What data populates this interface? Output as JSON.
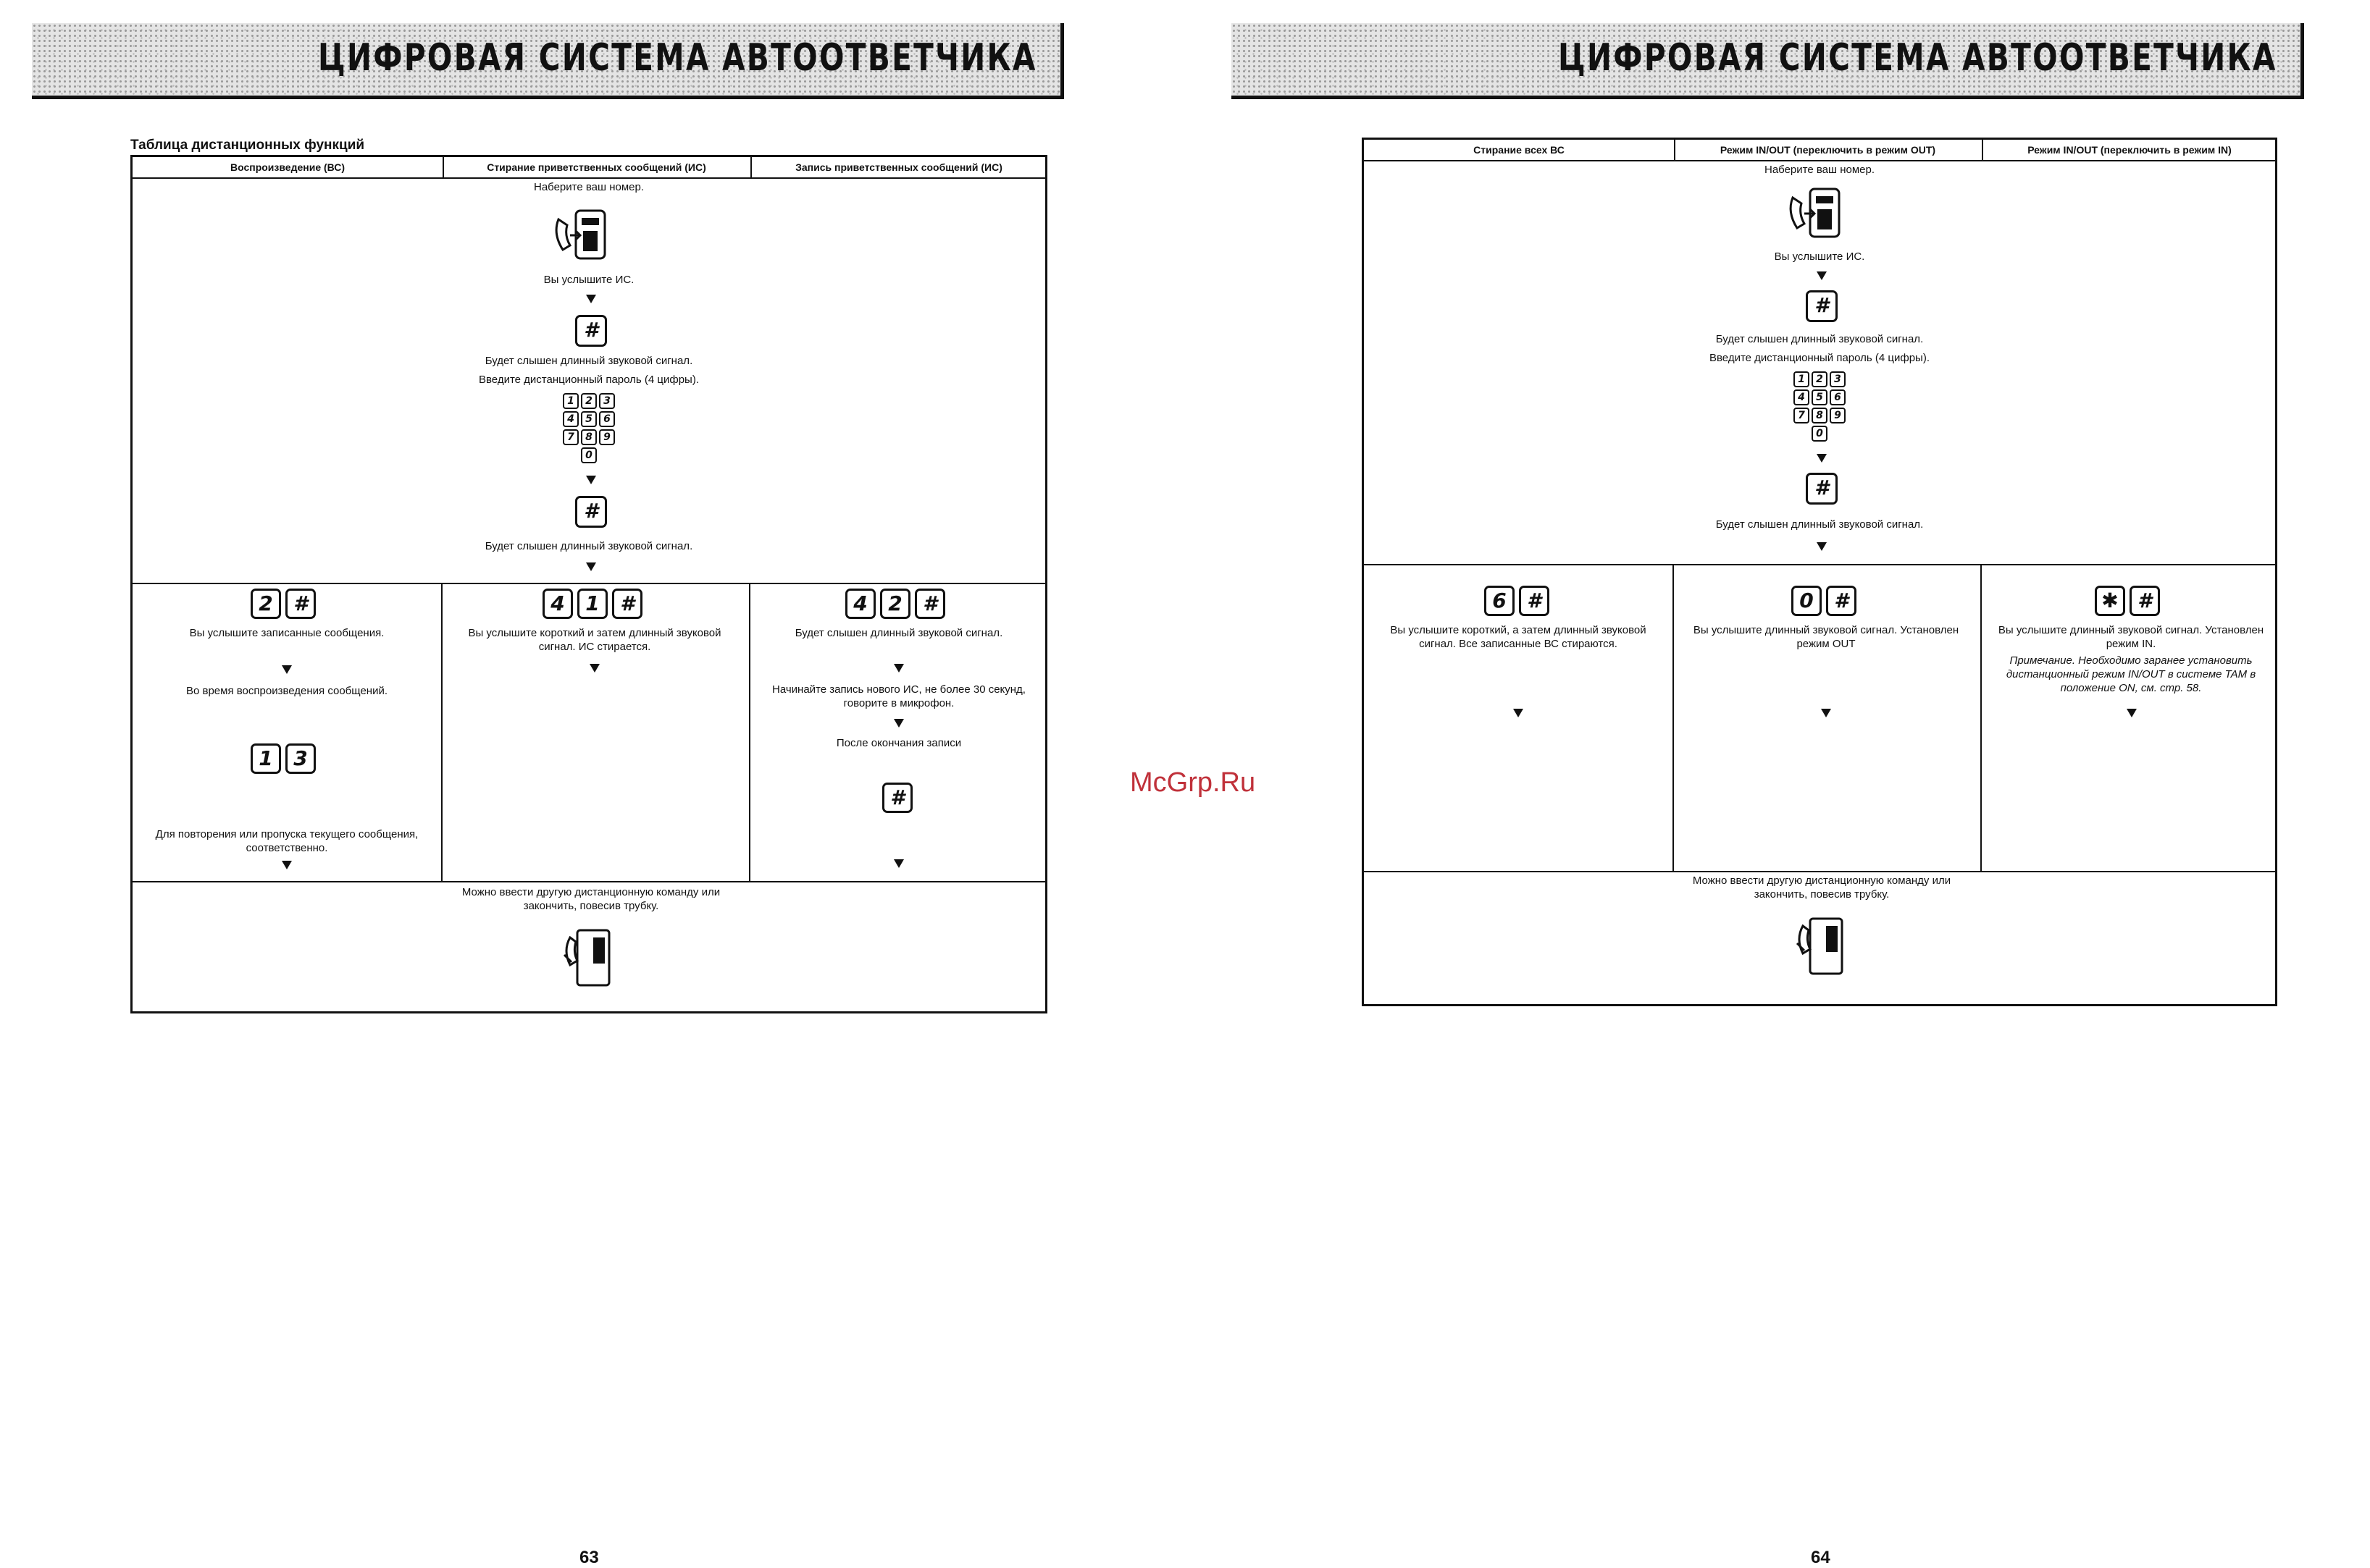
{
  "header": {
    "title": "ЦИФРОВАЯ СИСТЕМА АВТООТВЕТЧИКА"
  },
  "left": {
    "section_title": "Таблица дистанционных функций",
    "columns": [
      "Воспроизведение (ВС)",
      "Стирание приветственных сообщений (ИС)",
      "Запись приветственных сообщений (ИС)"
    ],
    "common": {
      "dial": "Наберите ваш номер.",
      "hear_greeting": "Вы услышите ИС.",
      "long_tone": "Будет слышен длинный звуковой сигнал.",
      "enter_password": "Введите дистанционный пароль (4 цифры).",
      "long_tone_2": "Будет слышен длинный звуковой сигнал."
    },
    "col1": {
      "keys": [
        "2",
        "#"
      ],
      "hear_msgs": "Вы услышите записанные сообщения.",
      "during": "Во время воспроизведения сообщений.",
      "keys2": [
        "1",
        "3"
      ],
      "repeat": "Для повторения или пропуска текущего сообщения, соответственно."
    },
    "col2": {
      "keys": [
        "4",
        "1",
        "#"
      ],
      "text": "Вы услышите короткий и затем длинный звуковой сигнал. ИС стирается."
    },
    "col3": {
      "keys": [
        "4",
        "2",
        "#"
      ],
      "tone": "Будет слышен длинный звуковой сигнал.",
      "start": "Начинайте запись нового ИС, не более 30 секунд, говорите в микрофон.",
      "after": "После окончания записи",
      "key_end": "#"
    },
    "footer": "Можно ввести другую дистанционную команду или закончить, повесив трубку.",
    "page_number": "63"
  },
  "right": {
    "columns": [
      "Стирание всех ВС",
      "Режим IN/OUT (переключить в режим OUT)",
      "Режим IN/OUT (переключить в режим IN)"
    ],
    "common": {
      "dial": "Наберите ваш номер.",
      "hear_greeting": "Вы услышите ИС.",
      "long_tone": "Будет слышен длинный звуковой сигнал.",
      "enter_password": "Введите дистанционный пароль (4 цифры).",
      "long_tone_2": "Будет слышен длинный звуковой сигнал."
    },
    "col1": {
      "keys": [
        "6",
        "#"
      ],
      "text": "Вы услышите короткий, а затем длинный звуковой сигнал. Все записанные ВС стираются."
    },
    "col2": {
      "keys": [
        "0",
        "#"
      ],
      "text": "Вы услышите длинный звуковой сигнал. Установлен режим OUT"
    },
    "col3": {
      "keys": [
        "✱",
        "#"
      ],
      "text": "Вы услышите длинный звуковой сигнал. Установлен режим IN.",
      "note": "Примечание. Необходимо заранее установить дистанционный режим IN/OUT в системе TAM в положение ON, см. стр. 58."
    },
    "footer": "Можно ввести другую дистанционную команду или закончить, повесив трубку.",
    "page_number": "64"
  },
  "keypad": {
    "keys": [
      "1",
      "2",
      "3",
      "4",
      "5",
      "6",
      "7",
      "8",
      "9",
      "0"
    ]
  },
  "watermark": "McGrp.Ru"
}
